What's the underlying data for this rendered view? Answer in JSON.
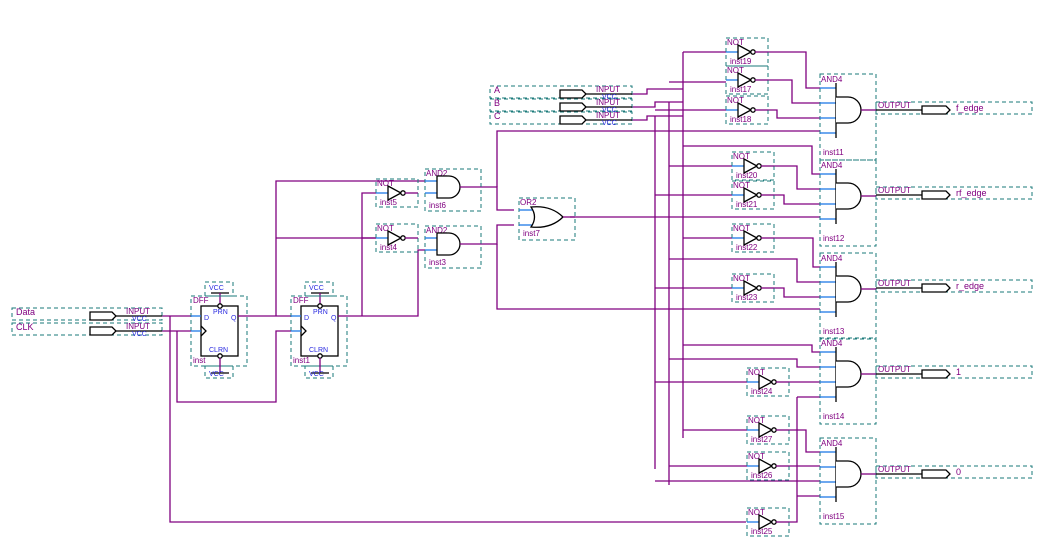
{
  "window": {
    "title": "Edge detector schematic (block diagram)"
  },
  "colors": {
    "wire": "#800080",
    "pin": "#1e78e6",
    "box": "#1a7a7a",
    "symbol": "#000000"
  },
  "inputs": [
    {
      "name": "Data",
      "type": "INPUT",
      "sub": "VCC"
    },
    {
      "name": "CLK",
      "type": "INPUT",
      "sub": "VCC"
    },
    {
      "name": "A",
      "type": "INPUT",
      "sub": "VCC"
    },
    {
      "name": "B",
      "type": "INPUT",
      "sub": "VCC"
    },
    {
      "name": "C",
      "type": "INPUT",
      "sub": "VCC"
    }
  ],
  "outputs": [
    {
      "name": "f_edge",
      "type": "OUTPUT"
    },
    {
      "name": "rf_edge",
      "type": "OUTPUT"
    },
    {
      "name": "r_edge",
      "type": "OUTPUT"
    },
    {
      "name": "1",
      "type": "OUTPUT"
    },
    {
      "name": "0",
      "type": "OUTPUT"
    }
  ],
  "dffs": [
    {
      "type": "DFF",
      "inst": "inst",
      "prn": "PRN",
      "clrn": "CLRN",
      "d": "D",
      "q": "Q",
      "vcc_top": "VCC",
      "vcc_bottom": "VCC"
    },
    {
      "type": "DFF",
      "inst": "inst1",
      "prn": "PRN",
      "clrn": "CLRN",
      "d": "D",
      "q": "Q",
      "vcc_top": "VCC",
      "vcc_bottom": "VCC"
    }
  ],
  "nots": [
    {
      "type": "NOT",
      "inst": "inst5"
    },
    {
      "type": "NOT",
      "inst": "inst4"
    },
    {
      "type": "NOT",
      "inst": "inst19"
    },
    {
      "type": "NOT",
      "inst": "inst17"
    },
    {
      "type": "NOT",
      "inst": "inst18"
    },
    {
      "type": "NOT",
      "inst": "inst20"
    },
    {
      "type": "NOT",
      "inst": "inst21"
    },
    {
      "type": "NOT",
      "inst": "inst22"
    },
    {
      "type": "NOT",
      "inst": "inst23"
    },
    {
      "type": "NOT",
      "inst": "inst24"
    },
    {
      "type": "NOT",
      "inst": "inst27"
    },
    {
      "type": "NOT",
      "inst": "inst26"
    },
    {
      "type": "NOT",
      "inst": "inst25"
    }
  ],
  "and2s": [
    {
      "type": "AND2",
      "inst": "inst6"
    },
    {
      "type": "AND2",
      "inst": "inst3"
    }
  ],
  "or2s": [
    {
      "type": "OR2",
      "inst": "inst7"
    }
  ],
  "and4s": [
    {
      "type": "AND4",
      "inst": "inst11"
    },
    {
      "type": "AND4",
      "inst": "inst12"
    },
    {
      "type": "AND4",
      "inst": "inst13"
    },
    {
      "type": "AND4",
      "inst": "inst14"
    },
    {
      "type": "AND4",
      "inst": "inst15"
    }
  ]
}
